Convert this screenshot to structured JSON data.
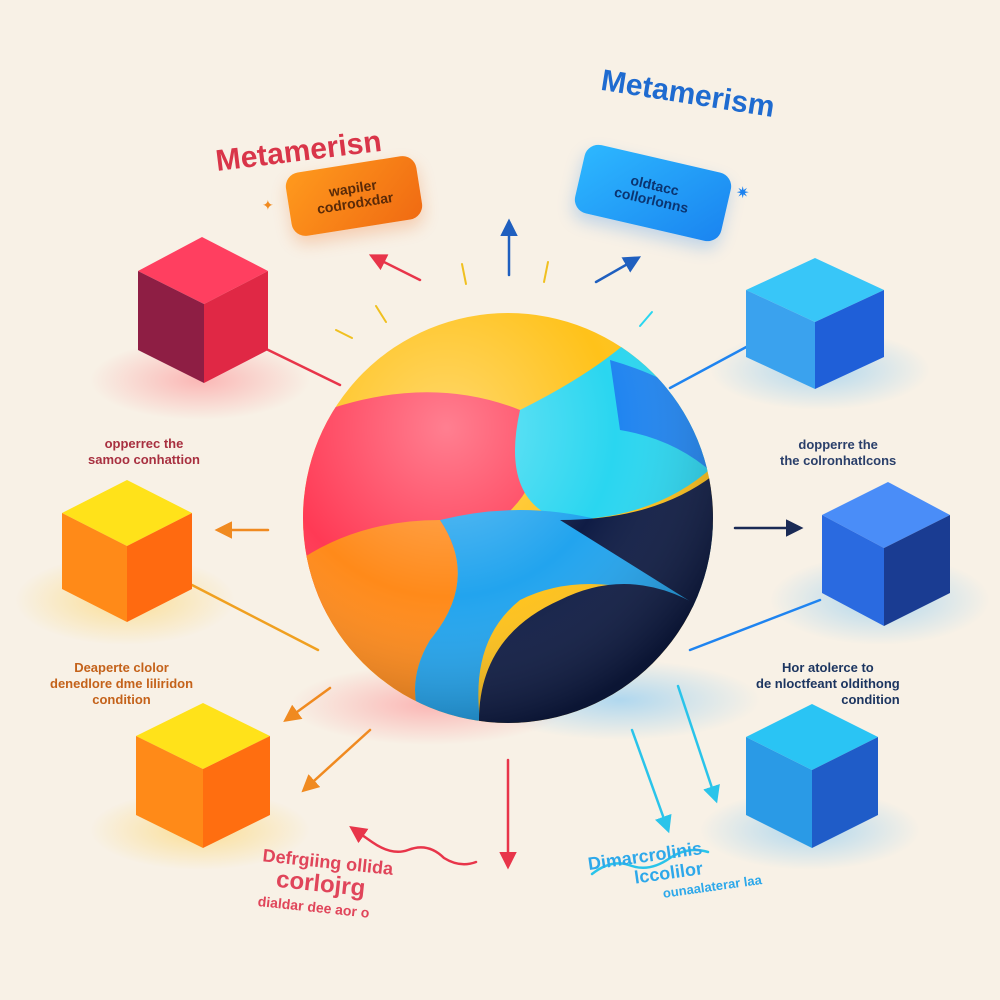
{
  "title_left": "Metamerisn",
  "title_right": "Metamerism",
  "pill_left": "wapiler codrodxdar",
  "pill_right": "oldtacc collorlonns",
  "caption_middle_left": {
    "line1": "opperrec the",
    "line2": "samoo conhattion"
  },
  "caption_middle_right": {
    "line1": "dopperre the",
    "line2": "the colronhatlcons"
  },
  "caption_lower_left": {
    "line1": "Deaperte clolor",
    "line2": "denedlore dme liliridon",
    "line3": "condition"
  },
  "caption_lower_right": {
    "line1": "Hor atolerce to",
    "line2": "de nloctfeant oldithong",
    "line3": "condition"
  },
  "caption_bottom_left": {
    "line1": "Defrgiing ollida",
    "line2": "corlojrg",
    "line3": "dialdar dee aor o"
  },
  "caption_bottom_right": {
    "line1": "Dimarcrolinis",
    "line2": "lccolilor",
    "line3": "ounaalaterar laa"
  },
  "colors": {
    "background": "#f8f1e6",
    "red": "#e8354a",
    "orange": "#ff8a1a",
    "yellow": "#ffd21a",
    "cyan": "#2ad6f0",
    "blue": "#1f84f0",
    "navy": "#0f1c45"
  }
}
